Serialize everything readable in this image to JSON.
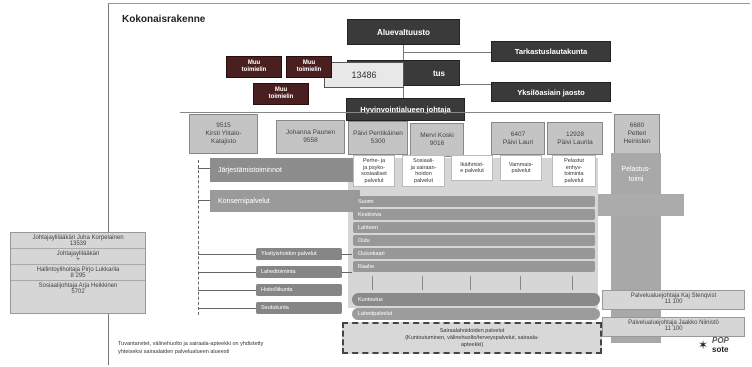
{
  "title": "Kokonaisrakenne",
  "top": {
    "aluevaltuusto": "Aluevaltuusto",
    "tarkastuslautakunta": "Tarkastuslautakunta",
    "hallitus_fragment": "tus",
    "yksilojaosto": "Yksilöasiain jaosto",
    "overlay_number": "13486",
    "johtaja": "Hyvinvointialueen johtaja"
  },
  "muut_toimielimet": [
    {
      "line1": "Muu",
      "line2": "toimielin"
    },
    {
      "line1": "Muu",
      "line2": "toimielin"
    },
    {
      "line1": "Muu",
      "line2": "toimielin"
    }
  ],
  "director_boxes": [
    {
      "line1": "9515",
      "line2": "Kirsti Ylitalo-",
      "line3": "Katajisto"
    },
    {
      "line1": "Johanna Paunen",
      "line2": "9558",
      "line3": ""
    },
    {
      "line1": "Päivi Pentikäinen",
      "line2": "5300",
      "line3": ""
    },
    {
      "line1": "Mervi Koski",
      "line2": "9016",
      "line3": ""
    },
    {
      "line1": "6407",
      "line2": "Päivi Lauri",
      "line3": ""
    },
    {
      "line1": "12928",
      "line2": "Päivi Laurila",
      "line3": ""
    },
    {
      "line1": "6680",
      "line2": "Petteri",
      "line3": "Heinisten"
    }
  ],
  "pelastus": {
    "line1": "Pelastus-",
    "line2": "toimi"
  },
  "jarjestamis": "Järjestämistoiminnot",
  "konserni": "Konsernipalvelut",
  "service_columns": [
    {
      "line1": "Perhe- ja",
      "line2": "ja psyko-",
      "line3": "sosiaaliset",
      "line4": "palvelut"
    },
    {
      "line1": "Sosiaali-",
      "line2": "ja sairaan-",
      "line3": "hoidon",
      "line4": "palvelut"
    },
    {
      "line1": "Ikäihmist-",
      "line2": "e palvelut",
      "line3": "",
      "line4": ""
    },
    {
      "line1": "Vammais-",
      "line2": "palvelut",
      "line3": "",
      "line4": ""
    },
    {
      "line1": "Pelastut",
      "line2": "enhyv-",
      "line3": "toiminta",
      "line4": "palvelut"
    }
  ],
  "regions": [
    "Suomi",
    "Keskiviva",
    "Lahteen",
    "Oulu",
    "Oulunkaari",
    "Raahe"
  ],
  "left_list": [
    "Yksityishoidon palvelut",
    "Lahedtoiminta",
    "Hoito/liikunta",
    "Seutukunta"
  ],
  "bottom_pills": [
    "Kuntoutus",
    "Lahedpalvelut"
  ],
  "dashed": {
    "line1": "Sairaalahoidoiden palvelut",
    "line2": "(Kuntoutuminen, välinehuolto/terveyspalvelut, sairaala-",
    "line3": "apteekki)"
  },
  "left_panel": [
    {
      "label": "Johtajaylilääkäri Juha Korpelainen",
      "value": "13539"
    },
    {
      "label": "Johtajaylilääkäri",
      "value": "+"
    },
    {
      "label": "Hallintoylihoitaja Pirjo Lukkarila",
      "value": "8 295"
    },
    {
      "label": "Sosiaalijohtaja Arja Heikkinen",
      "value": "5702"
    }
  ],
  "right_panel": [
    {
      "label": "Palvelualuejohtaja Kaj Stenqvist",
      "value": "11 100"
    },
    {
      "label": "Palvelualuejohtaja Jaakko Niinistö",
      "value": "11 100"
    }
  ],
  "footnote": {
    "line1": "Tuvantarvitet, välinehuolto ja sairaala-apteekki on yhdistetty",
    "line2": "yhteiseksi sairaalaiden palvelualueen alueesti"
  },
  "logo": {
    "line1": "POP",
    "line2": "sote"
  }
}
